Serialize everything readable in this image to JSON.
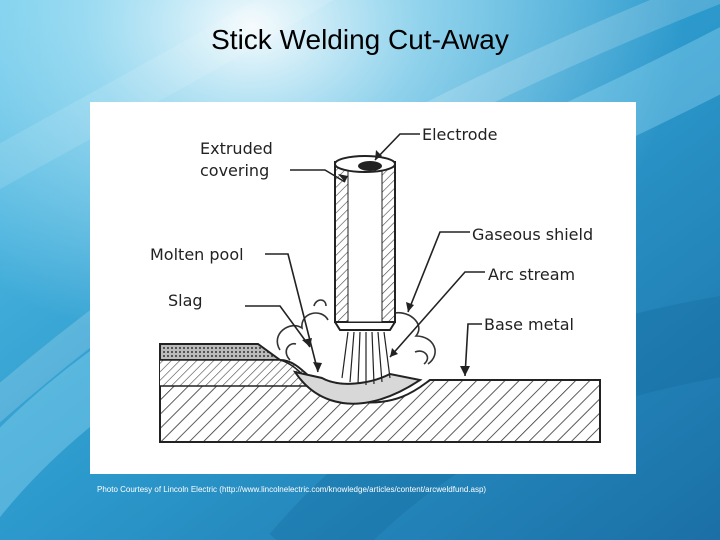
{
  "slide": {
    "title": "Stick Welding Cut-Away",
    "caption": "Photo Courtesy of Lincoln Electric (http://www.lincolnelectric.com/knowledge/articles/content/arcweldfund.asp)"
  },
  "diagram": {
    "labels": {
      "extruded_line1": "Extruded",
      "extruded_line2": "covering",
      "electrode": "Electrode",
      "molten_pool": "Molten pool",
      "slag": "Slag",
      "gaseous_shield": "Gaseous shield",
      "arc_stream": "Arc stream",
      "base_metal": "Base metal"
    }
  },
  "colors": {
    "background_light": "#7fd3ee",
    "background_dark": "#1e7fb5",
    "caption_text": "#ffffff"
  }
}
